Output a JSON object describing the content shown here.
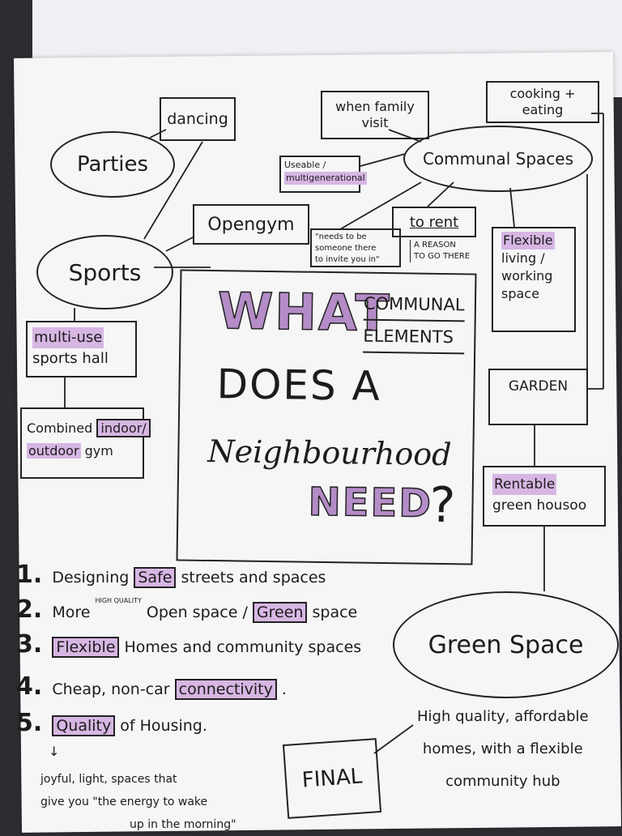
{
  "nodes": {
    "dancing": "dancing",
    "parties": "Parties",
    "when_family_visit": "when family visit",
    "cooking_eating": "cooking + eating",
    "useable_multigenerational": [
      "Useable /",
      "multigenerational"
    ],
    "communal_spaces": "Communal Spaces",
    "open_gym": "Opengym",
    "to_rent": "to rent",
    "needs_someone": [
      "\"needs to be",
      "someone there",
      "to invite you in\""
    ],
    "a_reason": [
      "A REASON",
      "TO GO THERE"
    ],
    "sports": "Sports",
    "flexible_living": [
      "Flexible",
      "living /",
      "working",
      "space"
    ],
    "multi_use": [
      "multi-use",
      "sports hall"
    ],
    "garden": "GARDEN",
    "combined_gym": [
      "Combined",
      "indoor/",
      "outdoor",
      "gym"
    ],
    "rentable": [
      "Rentable",
      "green housoo"
    ],
    "green_space": "Green Space",
    "final": "FINAL",
    "final_text": [
      "High quality, affordable",
      "homes, with a flexible",
      "community hub"
    ]
  },
  "center": {
    "what": "WHAT",
    "communal_elements": [
      "COMMUNAL",
      "ELEMENTS"
    ],
    "does_a": "DOES A",
    "neighbourhood": "Neighbourhood",
    "need": "NEED",
    "question": "?"
  },
  "list": [
    {
      "num": "1.",
      "pre": "Designing",
      "hl": "Safe",
      "post": "streets and spaces"
    },
    {
      "num": "2.",
      "pre": "More",
      "note": "HIGH QUALITY",
      "mid": "Open space /",
      "hl": "Green",
      "post": "space"
    },
    {
      "num": "3.",
      "pre": "",
      "hl": "Flexible",
      "post": "Homes and community spaces"
    },
    {
      "num": "4.",
      "pre": "Cheap, non-car",
      "hl": "connectivity",
      "post": "."
    },
    {
      "num": "5.",
      "pre": "",
      "hl": "Quality",
      "post": "of Housing."
    }
  ],
  "footnote": [
    "joyful, light, spaces that",
    "give you \"the energy to wake",
    "up in the morning\""
  ]
}
